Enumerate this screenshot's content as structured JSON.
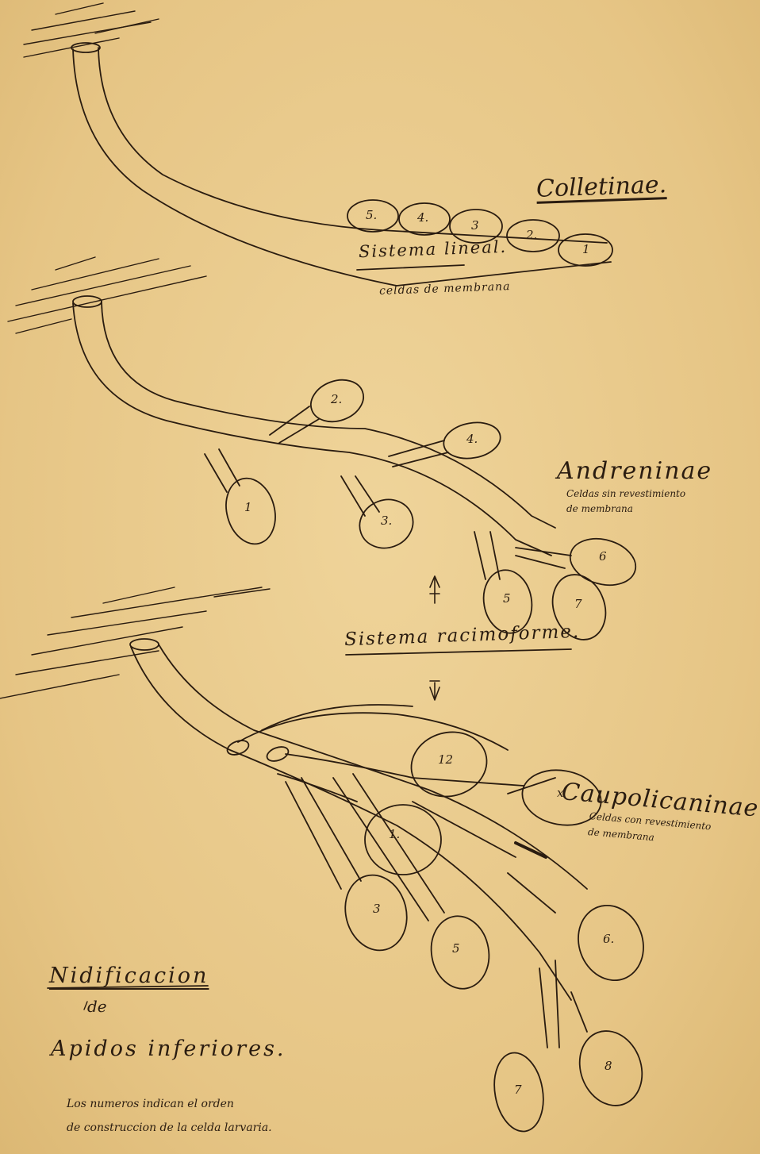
{
  "colors": {
    "paper": "#e8c98a",
    "ink": "#2a1c10"
  },
  "labels": {
    "colletinae": "Colletinae.",
    "sistema_lineal": "Sistema lineal.",
    "celdas_de_membrana": "celdas de membrana",
    "andreninae": "Andreninae",
    "andreninae_note": "Celdas sin revestimiento\nde membrana",
    "sistema_racimoforme": "Sistema racimoforme.",
    "caupolicaninae": "Caupolicaninae.",
    "caupolicaninae_note": "Celdas con revestimiento\nde membrana",
    "title_line1": "Nidificacion",
    "title_line2": "de",
    "title_line3": "Apidos inferiores.",
    "footnote": "Los numeros indican el orden\nde construccion de la celda larvaria."
  },
  "cell_numbers": {
    "colletinae": [
      "5.",
      "4.",
      "3",
      "2.",
      "1"
    ],
    "andreninae": [
      "2.",
      "4.",
      "1",
      "3.",
      "6",
      "5",
      "7"
    ],
    "caupolicaninae": [
      "12",
      "x",
      "1.",
      "3",
      "5",
      "6.",
      "7",
      "8"
    ]
  }
}
